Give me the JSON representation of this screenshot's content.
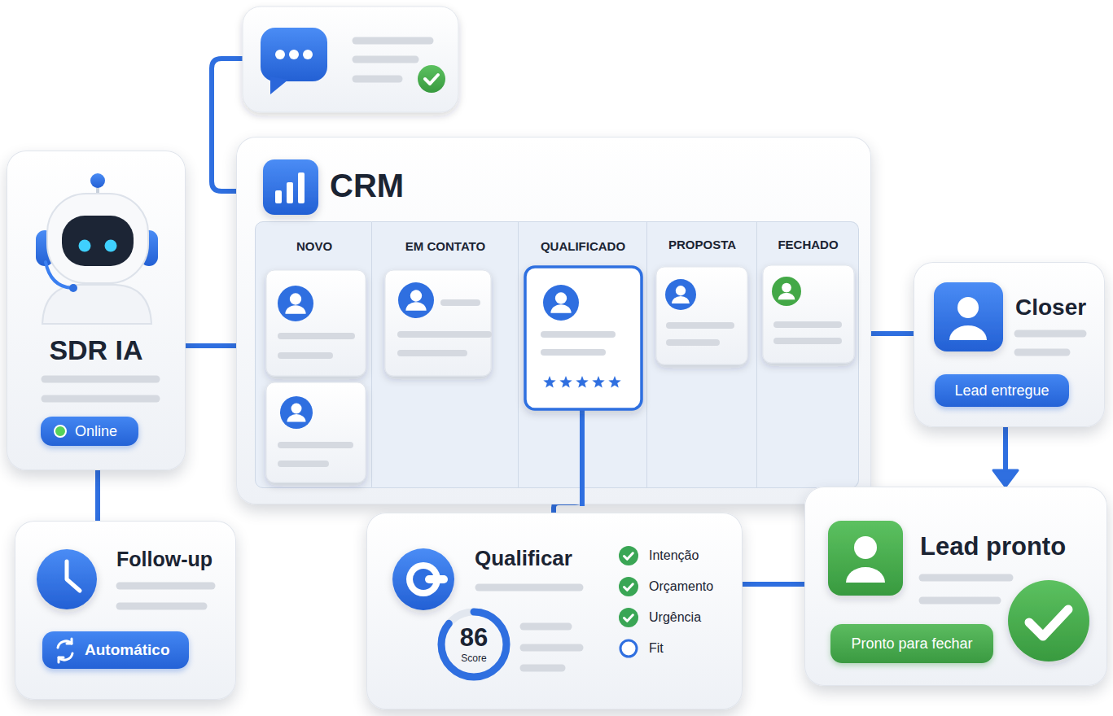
{
  "diagram": {
    "nodes": [
      {
        "text": [
          "SDR IA"
        ]
      },
      {
        "text": [
          "Online"
        ],
        "in": 0
      },
      {
        "text": [
          "CRM"
        ]
      },
      {
        "text": [
          "NOVO"
        ],
        "in": 2
      },
      {
        "text": [
          "EM CONTATO"
        ],
        "in": 2
      },
      {
        "text": [
          "QUALIFICADO"
        ],
        "in": 2
      },
      {
        "text": [
          "PROPOSTA"
        ],
        "in": 2
      },
      {
        "text": [
          "FECHADO"
        ],
        "in": 2
      },
      {
        "text": [
          "Closer"
        ]
      },
      {
        "text": [
          "Lead entregue"
        ],
        "in": 8
      },
      {
        "text": [
          "Follow-up"
        ]
      },
      {
        "text": [
          "Automático"
        ],
        "in": 10
      },
      {
        "text": [
          "Qualificar",
          "Intenção",
          "Orçamento",
          "Urgência",
          "Fit"
        ]
      },
      {
        "text": [
          "86",
          "Score"
        ],
        "in": 12
      },
      {
        "text": [
          "Lead pronto"
        ]
      },
      {
        "text": [
          "Pronto para fechar"
        ],
        "in": 14
      }
    ],
    "edges": [
      {
        "from": 0,
        "to": 2,
        "arrow": "none"
      },
      {
        "from": 0,
        "to": 10,
        "arrow": "none"
      },
      {
        "from": 5,
        "to": 12,
        "arrow": "none"
      },
      {
        "from": 2,
        "to": 8,
        "arrow": "none"
      },
      {
        "from": 8,
        "to": 14,
        "arrow": "to"
      },
      {
        "from": 12,
        "to": 14,
        "arrow": "none"
      }
    ]
  }
}
